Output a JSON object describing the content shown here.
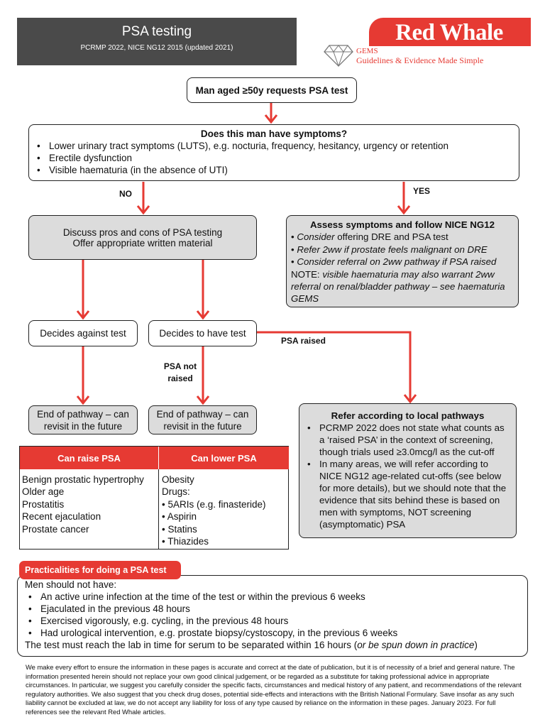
{
  "header": {
    "title": "PSA testing",
    "subtitle": "PCRMP 2022, NICE NG12 2015 (updated 2021)"
  },
  "logo": {
    "name": "Red Whale",
    "gems": "GEMS",
    "tagline": "Guidelines & Evidence Made Simple"
  },
  "start": "Man aged ≥50y requests PSA test",
  "symptoms": {
    "question": "Does this man have symptoms?",
    "items": [
      "Lower urinary tract symptoms (LUTS), e.g. nocturia, frequency, hesitancy, urgency or retention",
      "Erectile dysfunction",
      "Visible haematuria (in the absence of UTI)"
    ]
  },
  "labels": {
    "no": "NO",
    "yes": "YES",
    "psa_raised": "PSA raised",
    "psa_not_raised_1": "PSA not",
    "psa_not_raised_2": "raised"
  },
  "discuss": {
    "line1": "Discuss pros and cons of PSA testing",
    "line2": "Offer appropriate written material"
  },
  "assess": {
    "title": "Assess symptoms and follow NICE NG12",
    "line1_em": "Consider",
    "line1_rest": " offering DRE and PSA test",
    "line2": "Refer 2ww if prostate feels malignant on DRE",
    "line3": "Consider referral on 2ww pathway if PSA raised",
    "note_label": "NOTE: ",
    "note_text": "visible haematuria may also warrant 2ww referral on renal/bladder pathway – see haematuria GEMS"
  },
  "decides_against": "Decides against test",
  "decides_to": "Decides to have test",
  "end1": {
    "line1": "End of pathway – can",
    "line2": "revisit in the future"
  },
  "end2": {
    "line1": "End of pathway – can",
    "line2": "revisit in the future"
  },
  "refer": {
    "title": "Refer according to local pathways",
    "items": [
      "PCRMP 2022 does not state what counts as a ‘raised PSA’ in the context of screening, though trials used ≥3.0mcg/l as the cut-off",
      "In many areas, we will refer according to NICE NG12 age-related cut-offs (see below for more details), but we should note that the evidence that sits behind these is based on men with symptoms, NOT screening (asymptomatic) PSA"
    ]
  },
  "table": {
    "raise_header": "Can raise PSA",
    "lower_header": "Can lower PSA",
    "raise": [
      "Benign prostatic hypertrophy",
      "Older age",
      "Prostatitis",
      "Recent ejaculation",
      "Prostate cancer"
    ],
    "lower_obesity": "Obesity",
    "lower_drugs_label": "Drugs:",
    "lower_drugs": [
      "5ARIs (e.g. finasteride)",
      "Aspirin",
      "Statins",
      "Thiazides"
    ]
  },
  "practicalities": {
    "title": "Practicalities for doing a PSA test",
    "intro": "Men should not have:",
    "items": [
      "An active urine infection at the time of the test or within the previous 6 weeks",
      "Ejaculated in the previous 48 hours",
      "Exercised vigorously, e.g. cycling, in the previous 48 hours",
      "Had urological intervention, e.g. prostate biopsy/cystoscopy, in the previous 6 weeks"
    ],
    "footer": "The test must reach the lab in time for serum to be separated within 16 hours (",
    "footer_em": "or be spun down in practice",
    "footer_end": ")"
  },
  "disclaimer": "We make every effort to ensure the information in these pages is accurate and correct at the date of publication, but it is of necessity of a brief and general nature. The information presented herein should not replace your own good clinical judgement, or be regarded as a substitute for taking professional advice in appropriate circumstances. In particular, we suggest you carefully consider the specific facts, circumstances and medical history of any patient, and recommendations of the relevant regulatory authorities. We also suggest that you check drug doses, potential side-effects and interactions with the British National Formulary. Save insofar as any such liability cannot be excluded at law, we do not accept any liability for loss of any type caused by reliance on the information in these pages. January 2023. For full references see the relevant Red Whale articles.",
  "colors": {
    "accent": "#e63a33",
    "header_bg": "#4a4a4a",
    "box_grey": "#dcdcdc"
  }
}
